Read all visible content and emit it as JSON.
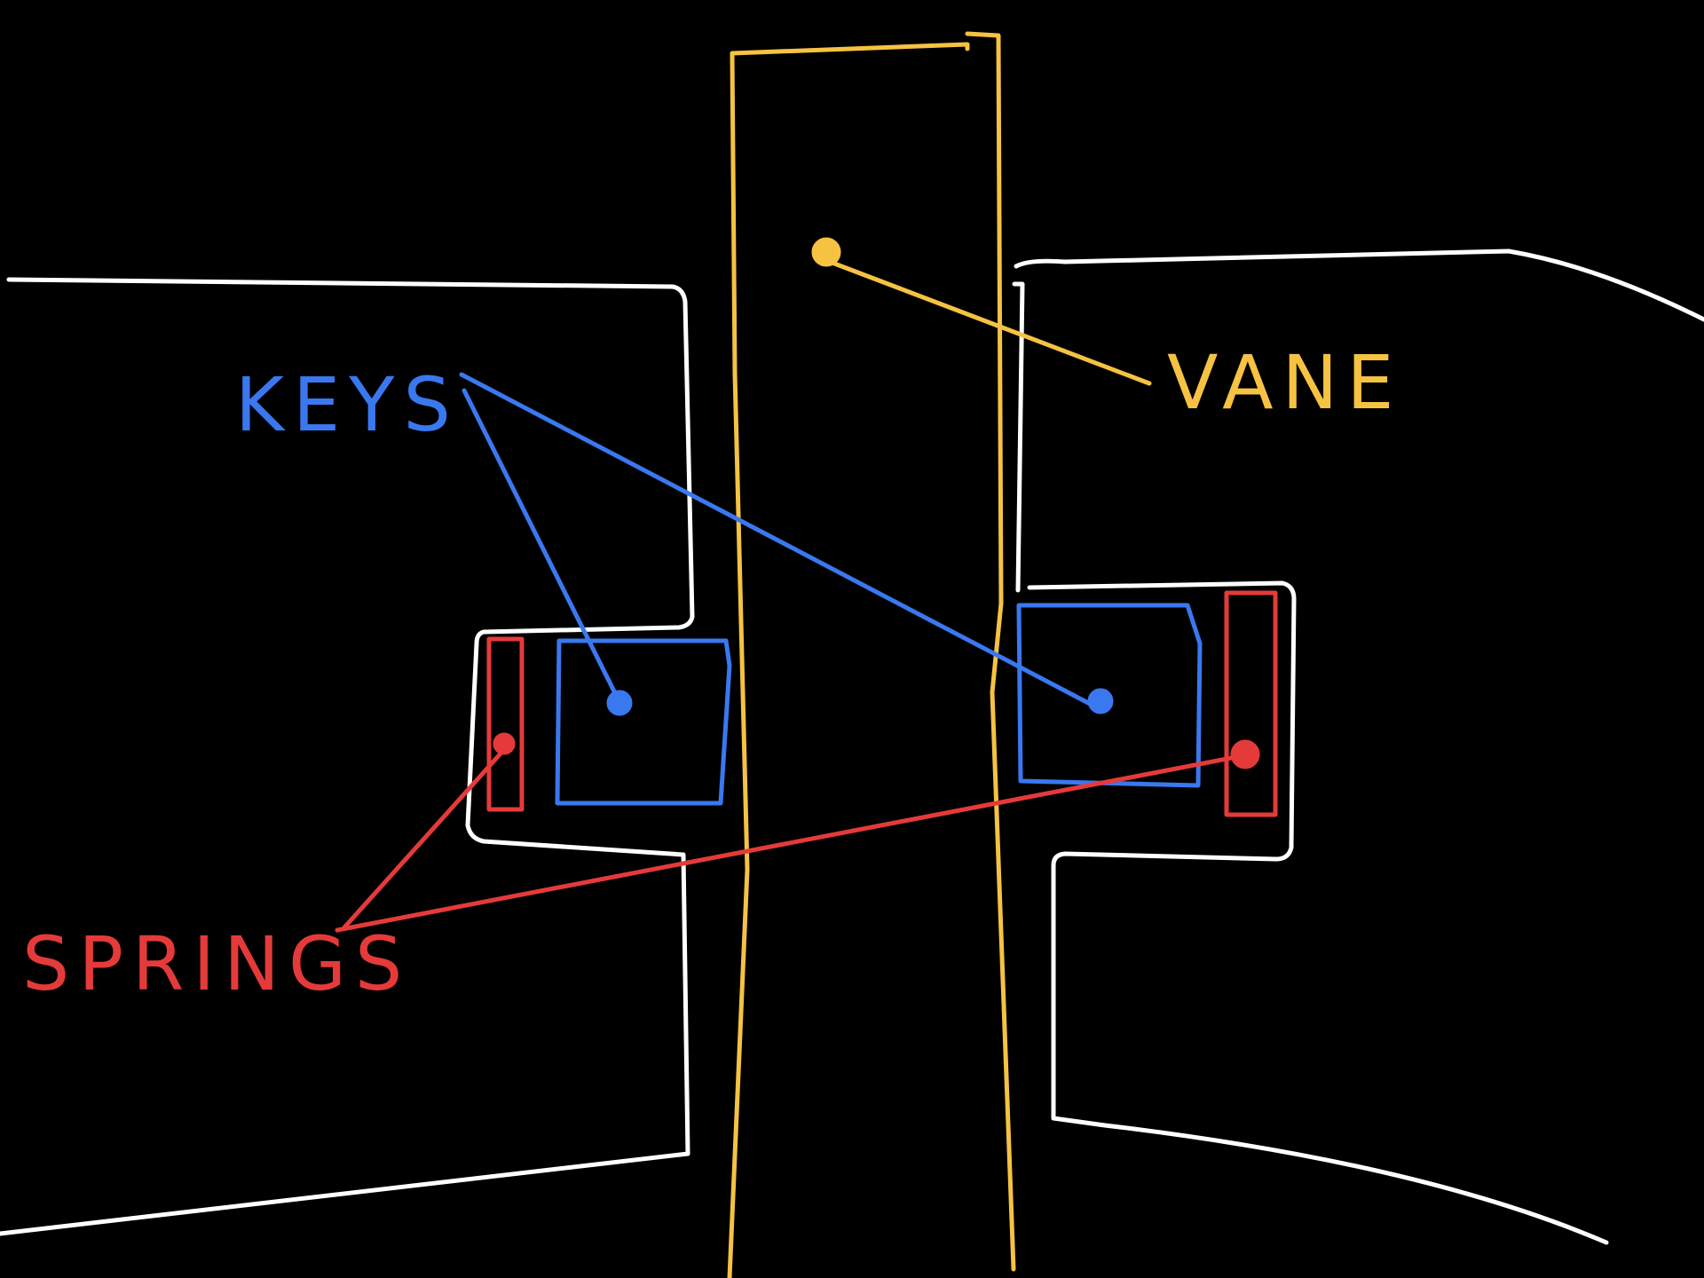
{
  "labels": {
    "keys": "KEYS",
    "vane": "VANE",
    "springs": "SPRINGS"
  },
  "colors": {
    "background": "#000000",
    "housing": "#ffffff",
    "vane": "#f5c242",
    "keys": "#3a78f0",
    "springs": "#e53a3a"
  }
}
